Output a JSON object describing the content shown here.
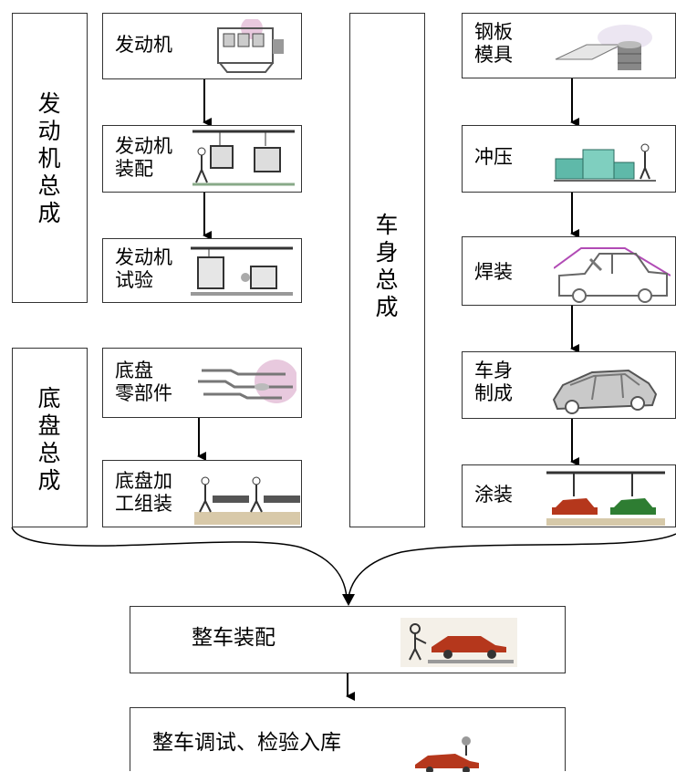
{
  "groups": {
    "engine_assembly": [
      "发",
      "动",
      "机",
      "总",
      "成"
    ],
    "chassis_assembly": [
      "底",
      "盘",
      "总",
      "成"
    ],
    "body_assembly": [
      "车",
      "身",
      "总",
      "成"
    ]
  },
  "steps": {
    "engine": [
      "发动机"
    ],
    "engine_assembly": [
      "发动机",
      "装配"
    ],
    "engine_test": [
      "发动机",
      "试验"
    ],
    "chassis_parts": [
      "底盘",
      "零部件"
    ],
    "chassis_processing": [
      "底盘加",
      "工组装"
    ],
    "steel_molds": [
      "钢板",
      "模具"
    ],
    "stamping": [
      "冲压"
    ],
    "welding": [
      "焊装"
    ],
    "body_making": [
      "车身",
      "制成"
    ],
    "painting": [
      "涂装"
    ],
    "final_assembly": "整车装配",
    "final_test": "整车调试、检验入库"
  },
  "icons": {
    "engine": "engine-icon",
    "engine_assembly": "worker-hoist-icon",
    "engine_test": "engine-test-rig-icon",
    "chassis_parts": "exhaust-pipes-icon",
    "chassis_processing": "workers-line-icon",
    "steel_molds": "steel-sheet-drum-icon",
    "stamping": "press-machine-icon",
    "welding": "car-body-frame-icon",
    "body_making": "car-shell-icon",
    "painting": "painted-cars-icon",
    "final_assembly": "worker-car-icon",
    "final_test": "car-test-icon"
  },
  "colors": {
    "line": "#000000",
    "border": "#333333",
    "car_red": "#b5371c",
    "car_green": "#2e7d32",
    "accent_pink": "#e8c9de",
    "machine_teal": "#5fb9a9"
  }
}
